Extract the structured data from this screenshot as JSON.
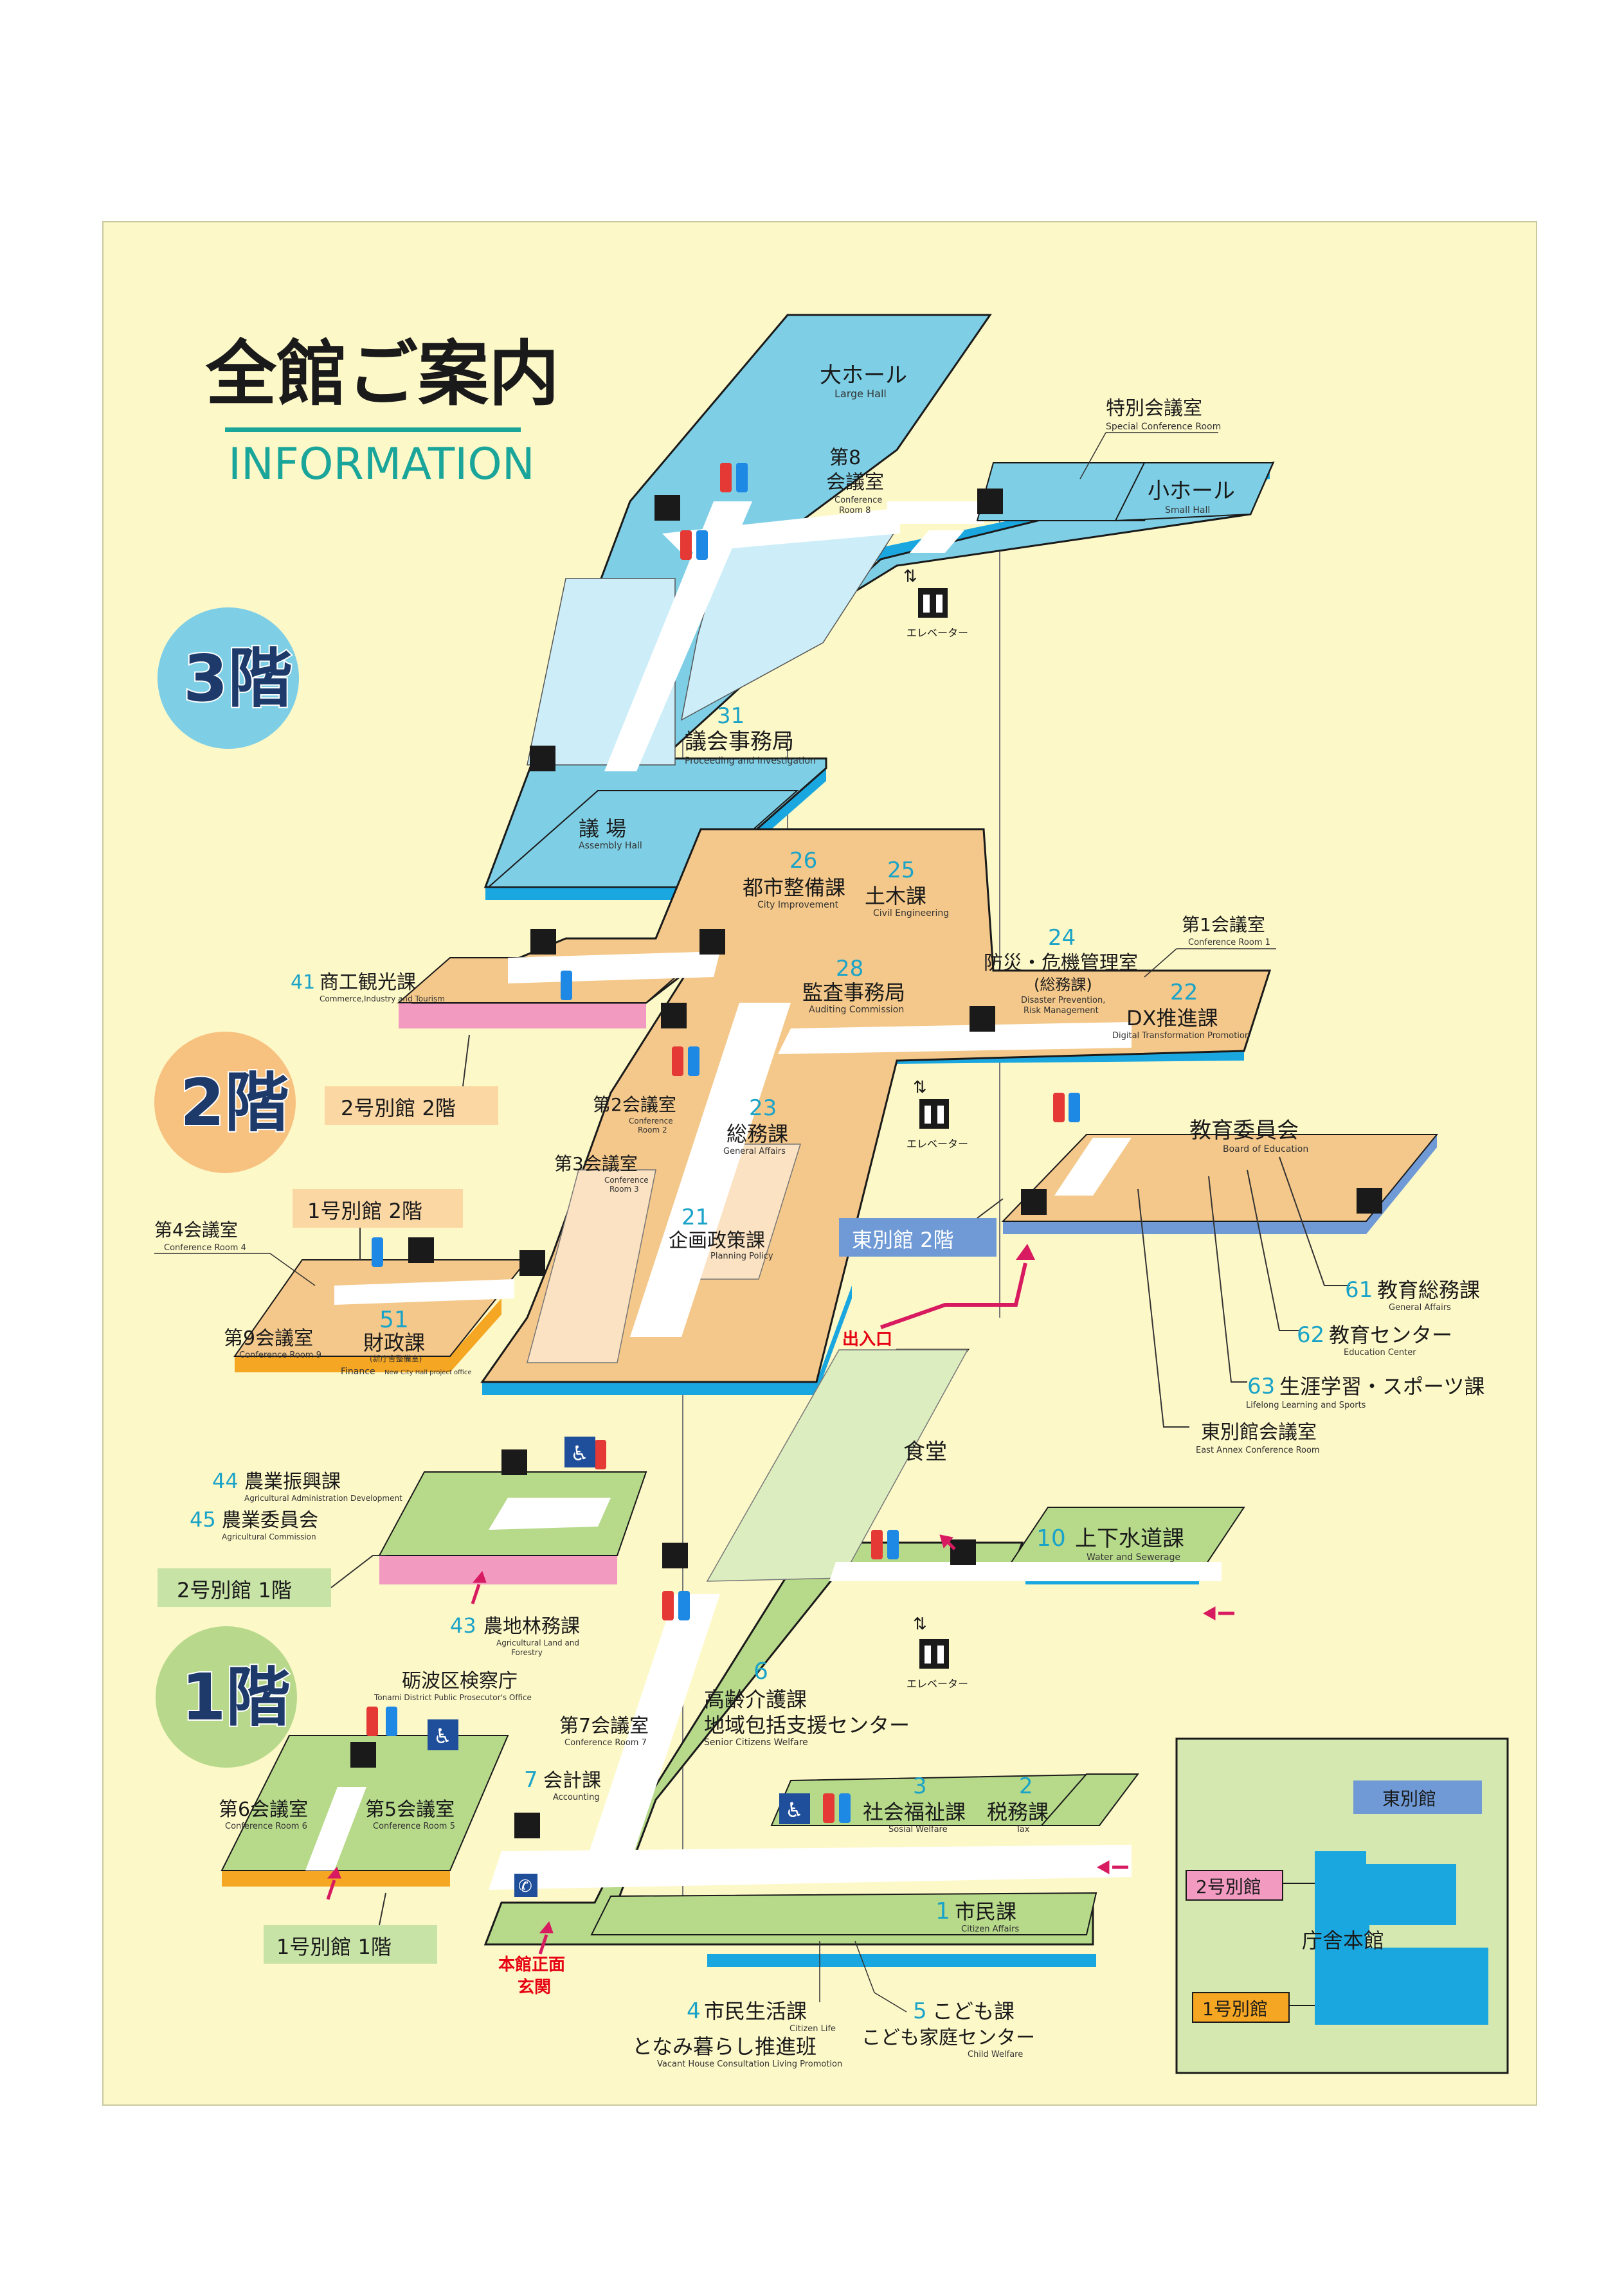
{
  "header": {
    "title": "全館ご案内",
    "subtitle": "INFORMATION"
  },
  "floors": {
    "f3": "3階",
    "f2": "2階",
    "f1": "1階"
  },
  "annex_labels": {
    "annex2_2f": "2号別館 2階",
    "annex1_2f": "1号別館 2階",
    "east_2f": "東別館 2階",
    "annex2_1f": "2号別館 1階",
    "annex1_1f": "1号別館 1階"
  },
  "rooms_3f": {
    "large_hall": {
      "jp": "大ホール",
      "en": "Large Hall"
    },
    "conf8": {
      "jp1": "第8",
      "jp2": "会議室",
      "en1": "Conference",
      "en2": "Room 8"
    },
    "special_conf": {
      "jp": "特別会議室",
      "en": "Special Conference Room"
    },
    "small_hall": {
      "jp": "小ホール",
      "en": "Small Hall"
    },
    "elevator": "エレベーター",
    "council_office": {
      "num": "31",
      "jp": "議会事務局",
      "en": "Proceeding and Investigation"
    },
    "assembly_hall": {
      "jp": "議 場",
      "en": "Assembly Hall"
    }
  },
  "rooms_2f": {
    "city_improvement": {
      "num": "26",
      "jp": "都市整備課",
      "en": "City Improvement"
    },
    "civil_engineering": {
      "num": "25",
      "jp": "土木課",
      "en": "Civil Engineering"
    },
    "commerce": {
      "num": "41",
      "jp": "商工観光課",
      "en": "Commerce,Industry and Tourism"
    },
    "audit": {
      "num": "28",
      "jp": "監査事務局",
      "en": "Auditing Commission"
    },
    "disaster": {
      "num": "24",
      "jp1": "防災・危機管理室",
      "jp2": "(総務課)",
      "en1": "Disaster Prevention,",
      "en2": "Risk Management"
    },
    "conf1": {
      "jp": "第1会議室",
      "en": "Conference Room 1"
    },
    "dx": {
      "num": "22",
      "jp": "DX推進課",
      "en": "Digital Transformation Promotion"
    },
    "conf2": {
      "jp": "第2会議室",
      "en1": "Conference",
      "en2": "Room 2"
    },
    "general_affairs": {
      "num": "23",
      "jp": "総務課",
      "en": "General Affairs"
    },
    "conf3": {
      "jp": "第3会議室",
      "en1": "Conference",
      "en2": "Room 3"
    },
    "planning": {
      "num": "21",
      "jp": "企画政策課",
      "en": "Planning Policy"
    },
    "conf4": {
      "jp": "第4会議室",
      "en": "Conference Room 4"
    },
    "conf9": {
      "jp": "第9会議室",
      "en": "Conference Room 9"
    },
    "finance": {
      "num": "51",
      "jp": "財政課",
      "en_sub": "(新庁舎整備室)",
      "en": "Finance",
      "en2": "New City Hall project office"
    },
    "elevator": "エレベーター",
    "board_edu": {
      "jp": "教育委員会",
      "en": "Board of Education"
    },
    "edu_general": {
      "num": "61",
      "jp": "教育総務課",
      "en": "General Affairs"
    },
    "edu_center": {
      "num": "62",
      "jp": "教育センター",
      "en": "Education Center"
    },
    "lifelong": {
      "num": "63",
      "jp": "生涯学習・スポーツ課",
      "en": "Lifelong Learning and Sports"
    },
    "east_conf": {
      "jp": "東別館会議室",
      "en": "East Annex Conference Room"
    },
    "entrance_label": "出入口"
  },
  "rooms_1f": {
    "agri_promo": {
      "num": "44",
      "jp": "農業振興課",
      "en": "Agricultural Administration Development"
    },
    "agri_comm": {
      "num": "45",
      "jp": "農業委員会",
      "en": "Agricultural Commission"
    },
    "cafeteria": {
      "jp": "食堂"
    },
    "water": {
      "num": "10",
      "jp": "上下水道課",
      "en": "Water and Sewerage"
    },
    "farmland": {
      "num": "43",
      "jp": "農地林務課",
      "en1": "Agricultural Land and",
      "en2": "Forestry"
    },
    "elevator": "エレベーター",
    "prosecutor": {
      "jp": "砺波区検察庁",
      "en": "Tonami District Public Prosecutor's Office"
    },
    "elderly": {
      "num": "6",
      "jp1": "高齢介護課",
      "jp2": "地域包括支援センター",
      "en": "Senior Citizens Welfare"
    },
    "conf7": {
      "jp": "第7会議室",
      "en": "Conference Room 7"
    },
    "conf6": {
      "jp": "第6会議室",
      "en": "Conference Room 6"
    },
    "conf5": {
      "jp": "第5会議室",
      "en": "Conference Room 5"
    },
    "accounting": {
      "num": "7",
      "jp": "会計課",
      "en": "Accounting"
    },
    "social_welfare": {
      "num": "3",
      "jp": "社会福祉課",
      "en": "Sosial Welfare"
    },
    "tax": {
      "num": "2",
      "jp": "税務課",
      "en": "Tax"
    },
    "citizen": {
      "num": "1",
      "jp": "市民課",
      "en": "Citizen Affairs"
    },
    "main_entrance": {
      "jp1": "本館正面",
      "jp2": "玄関"
    },
    "civic_life": {
      "num": "4",
      "jp1": "市民生活課",
      "en1": "Citizen Life",
      "jp2": "となみ暮らし推進班",
      "en2": "Vacant House Consultation Living Promotion"
    },
    "children": {
      "num": "5",
      "jp1": "こども課",
      "jp2": "こども家庭センター",
      "en": "Child Welfare"
    }
  },
  "legend": {
    "east": "東別館",
    "annex2": "2号別館",
    "main": "庁舎本館",
    "annex1": "1号別館"
  },
  "colors": {
    "background": "#fdf8c8",
    "floor3": "#7ecfe6",
    "floor2": "#f4c88a",
    "floor1": "#b7d98a",
    "edge_blue": "#1aa7e0",
    "pink": "#f29ac0",
    "orange": "#f5a623",
    "badge3": "#7ecfe6",
    "badge2": "#f7c280",
    "badge1": "#b8d98b",
    "teal_rule": "#1aa59a"
  }
}
